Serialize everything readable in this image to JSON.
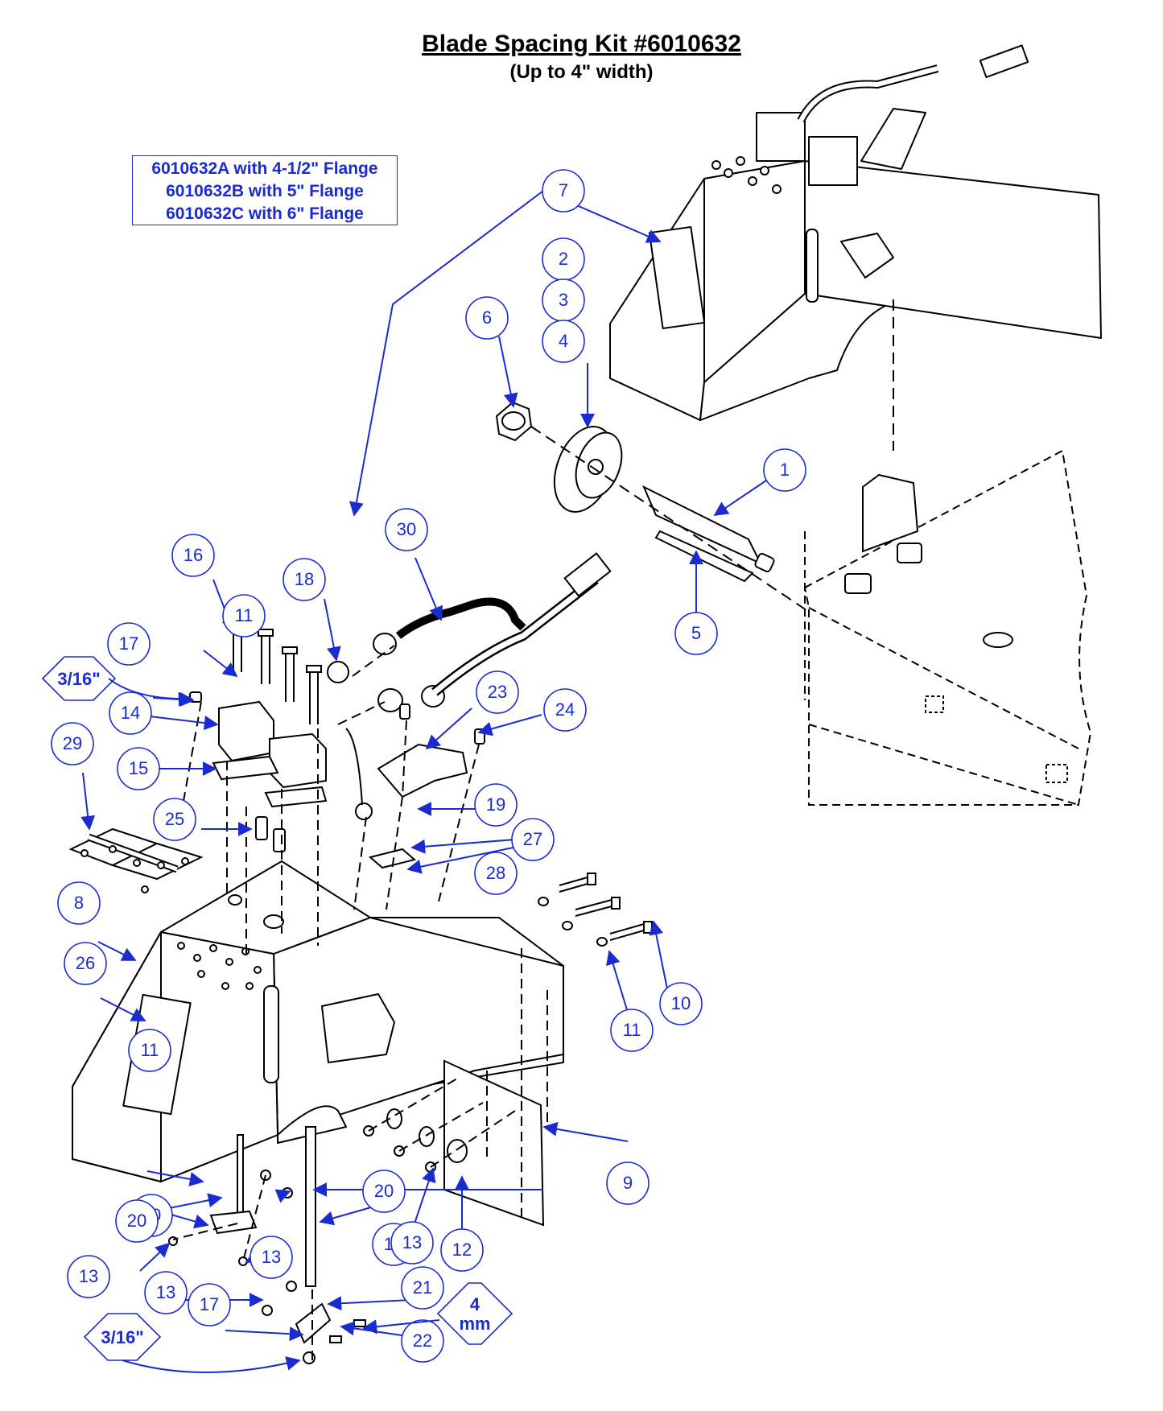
{
  "title": "Blade Spacing Kit #6010632",
  "subtitle": "(Up to 4\" width)",
  "variants": [
    "6010632A with 4-1/2\" Flange",
    "6010632B with 5\" Flange",
    "6010632C with 6\" Flange"
  ],
  "colors": {
    "callout": "#1a2ccf",
    "line": "#000000"
  },
  "callouts": [
    "1",
    "2",
    "3",
    "4",
    "5",
    "6",
    "7",
    "8",
    "9",
    "10",
    "11",
    "11",
    "11",
    "12",
    "13",
    "13",
    "13",
    "13",
    "13",
    "14",
    "15",
    "16",
    "17",
    "17",
    "18",
    "19",
    "20",
    "20",
    "20",
    "21",
    "22",
    "23",
    "24",
    "25",
    "26",
    "27",
    "28",
    "29",
    "30"
  ],
  "hex_labels": {
    "a": "3/16\"",
    "b": "3/16\"",
    "c_line1": "4",
    "c_line2": "mm"
  }
}
